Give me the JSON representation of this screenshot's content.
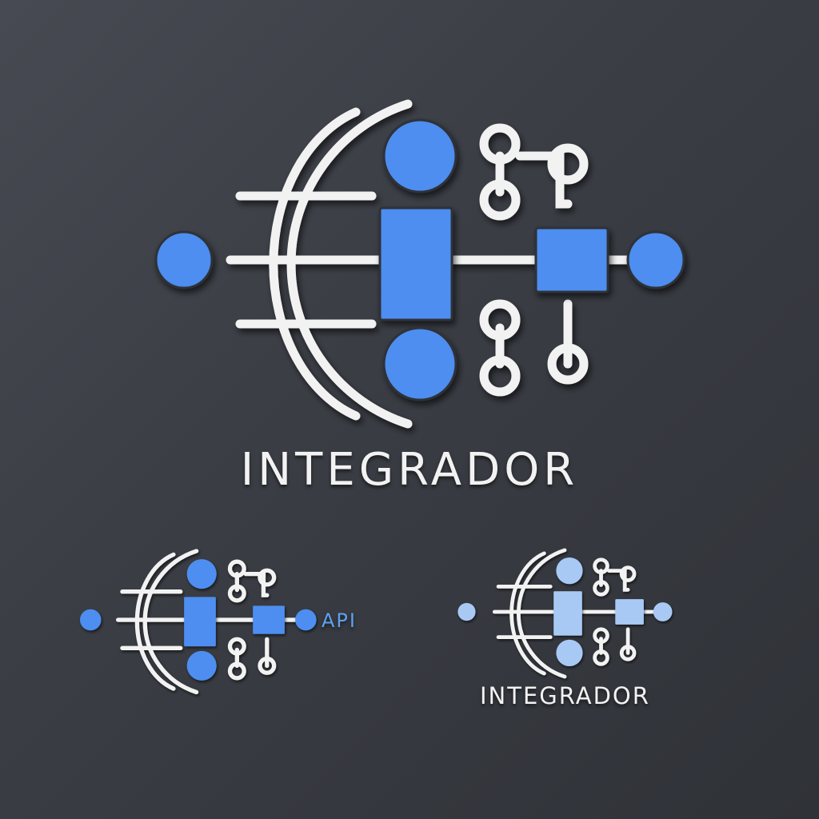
{
  "brand": {
    "wordmark": "INTEGRADOR",
    "variant_a_tag": "API",
    "variant_b_wordmark": "INTEGRADOR"
  },
  "colors": {
    "background_top": "#474a52",
    "background_bottom": "#2f3237",
    "accent_blue": "#4d8ef0",
    "accent_blue_light": "#a9c9f5",
    "line_white": "#f2f2f2"
  },
  "icons": {
    "main": "globe-network-icon",
    "variant_a": "globe-network-icon",
    "variant_b": "globe-network-icon"
  }
}
